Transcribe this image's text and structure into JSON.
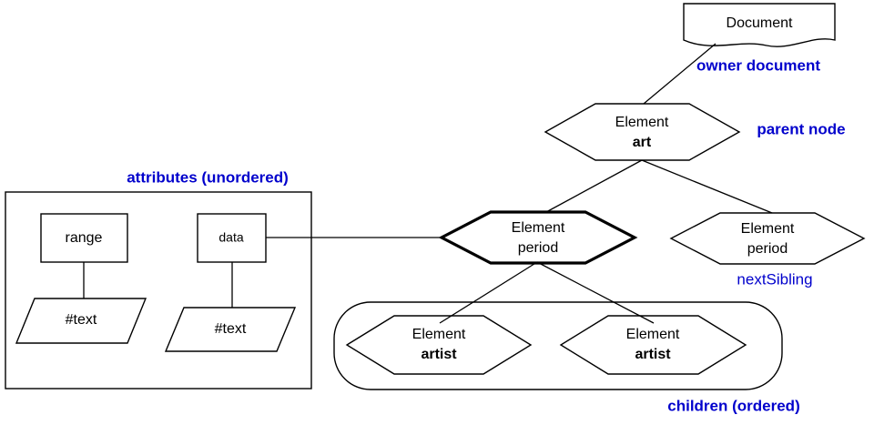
{
  "diagram": {
    "title": "DOM node tree diagram",
    "colors": {
      "stroke": "#000000",
      "annotation": "#0000cc",
      "background": "#ffffff"
    },
    "document_node": {
      "label": "Document"
    },
    "nodes": {
      "element_art": {
        "type_label": "Element",
        "name_label": "art"
      },
      "element_period_current": {
        "type_label": "Element",
        "name_label": "period"
      },
      "element_period_sibling": {
        "type_label": "Element",
        "name_label": "period"
      },
      "element_artist_1": {
        "type_label": "Element",
        "name_label": "artist"
      },
      "element_artist_2": {
        "type_label": "Element",
        "name_label": "artist"
      }
    },
    "attributes": {
      "group_label": "attributes (unordered)",
      "items": [
        {
          "name": "range",
          "value": "#text"
        },
        {
          "name": "data",
          "value": "#text"
        }
      ]
    },
    "annotations": {
      "owner_document": "owner document",
      "parent_node": "parent node",
      "next_sibling": "nextSibling",
      "children": "children (ordered)"
    }
  }
}
